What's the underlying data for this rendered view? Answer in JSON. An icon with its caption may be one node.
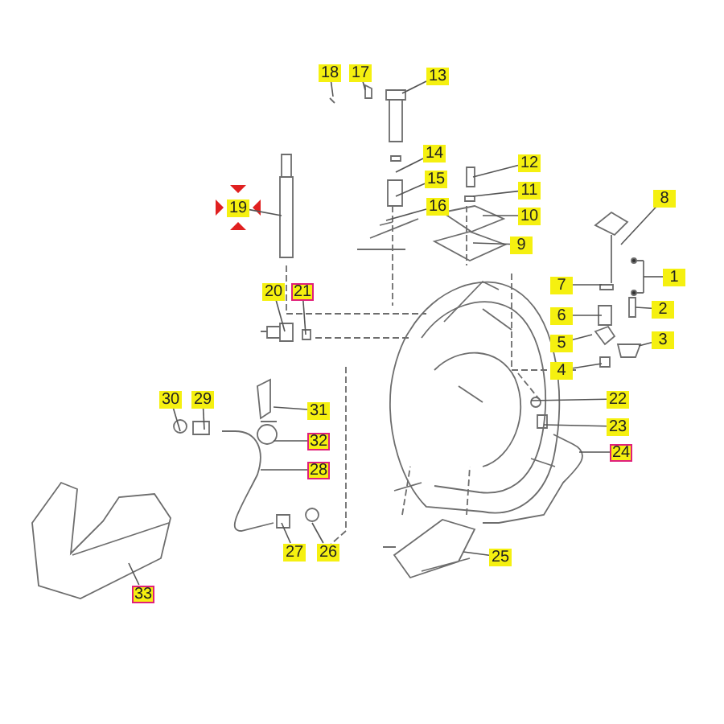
{
  "diagram": {
    "nodes": [
      {
        "text": [
          "18"
        ]
      },
      {
        "text": [
          "17"
        ]
      },
      {
        "text": [
          "13"
        ]
      },
      {
        "text": [
          "14"
        ]
      },
      {
        "text": [
          "15"
        ]
      },
      {
        "text": [
          "12"
        ]
      },
      {
        "text": [
          "11"
        ]
      },
      {
        "text": [
          "16"
        ]
      },
      {
        "text": [
          "10"
        ]
      },
      {
        "text": [
          "9"
        ]
      },
      {
        "text": [
          "8"
        ]
      },
      {
        "text": [
          "7"
        ]
      },
      {
        "text": [
          "6"
        ]
      },
      {
        "text": [
          "5"
        ]
      },
      {
        "text": [
          "4"
        ]
      },
      {
        "text": [
          "1"
        ]
      },
      {
        "text": [
          "2"
        ]
      },
      {
        "text": [
          "3"
        ]
      },
      {
        "text": [
          "19"
        ]
      },
      {
        "text": [
          "20"
        ]
      },
      {
        "text": [
          "21"
        ]
      },
      {
        "text": [
          "22"
        ]
      },
      {
        "text": [
          "23"
        ]
      },
      {
        "text": [
          "24"
        ]
      },
      {
        "text": [
          "25"
        ]
      },
      {
        "text": [
          "30"
        ]
      },
      {
        "text": [
          "29"
        ]
      },
      {
        "text": [
          "31"
        ]
      },
      {
        "text": [
          "32"
        ]
      },
      {
        "text": [
          "28"
        ]
      },
      {
        "text": [
          "27"
        ]
      },
      {
        "text": [
          "26"
        ]
      },
      {
        "text": [
          "33"
        ]
      }
    ],
    "edges": [
      {
        "from": 0,
        "to": null,
        "arrow": "none"
      },
      {
        "from": 1,
        "to": null,
        "arrow": "none"
      },
      {
        "from": 2,
        "to": null,
        "arrow": "none"
      },
      {
        "from": 3,
        "to": null,
        "arrow": "none"
      },
      {
        "from": 4,
        "to": null,
        "arrow": "none"
      },
      {
        "from": 5,
        "to": null,
        "arrow": "none"
      },
      {
        "from": 6,
        "to": null,
        "arrow": "none"
      },
      {
        "from": 7,
        "to": null,
        "arrow": "none"
      },
      {
        "from": 8,
        "to": null,
        "arrow": "none"
      },
      {
        "from": 9,
        "to": null,
        "arrow": "none"
      },
      {
        "from": 10,
        "to": null,
        "arrow": "none"
      },
      {
        "from": 11,
        "to": null,
        "arrow": "none"
      },
      {
        "from": 12,
        "to": null,
        "arrow": "none"
      },
      {
        "from": 13,
        "to": null,
        "arrow": "none"
      },
      {
        "from": 14,
        "to": null,
        "arrow": "none"
      },
      {
        "from": 15,
        "to": null,
        "arrow": "none"
      },
      {
        "from": 16,
        "to": null,
        "arrow": "none"
      },
      {
        "from": 17,
        "to": null,
        "arrow": "none"
      },
      {
        "from": 18,
        "to": null,
        "arrow": "none"
      },
      {
        "from": 19,
        "to": null,
        "arrow": "none"
      },
      {
        "from": 20,
        "to": null,
        "arrow": "none"
      },
      {
        "from": 21,
        "to": null,
        "arrow": "none"
      },
      {
        "from": 22,
        "to": null,
        "arrow": "none"
      },
      {
        "from": 23,
        "to": null,
        "arrow": "none"
      },
      {
        "from": 24,
        "to": null,
        "arrow": "none"
      },
      {
        "from": 25,
        "to": null,
        "arrow": "none"
      },
      {
        "from": 26,
        "to": null,
        "arrow": "none"
      },
      {
        "from": 27,
        "to": null,
        "arrow": "none"
      },
      {
        "from": 28,
        "to": null,
        "arrow": "none"
      },
      {
        "from": 29,
        "to": null,
        "arrow": "none"
      },
      {
        "from": 30,
        "to": null,
        "arrow": "none"
      },
      {
        "from": 31,
        "to": null,
        "arrow": "none"
      },
      {
        "from": 32,
        "to": null,
        "arrow": "none"
      }
    ]
  }
}
